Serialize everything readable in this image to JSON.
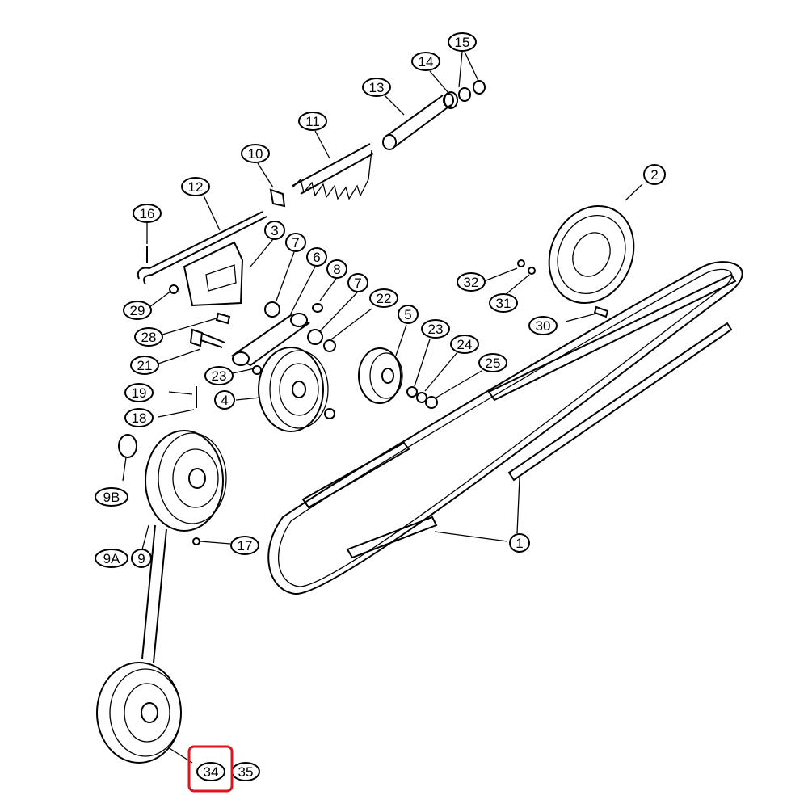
{
  "callouts": [
    {
      "id": "c15",
      "text": "15"
    },
    {
      "id": "c14",
      "text": "14"
    },
    {
      "id": "c13",
      "text": "13"
    },
    {
      "id": "c11",
      "text": "11"
    },
    {
      "id": "c10",
      "text": "10"
    },
    {
      "id": "c12",
      "text": "12"
    },
    {
      "id": "c16",
      "text": "16"
    },
    {
      "id": "c3",
      "text": "3"
    },
    {
      "id": "c7a",
      "text": "7"
    },
    {
      "id": "c6",
      "text": "6"
    },
    {
      "id": "c8",
      "text": "8"
    },
    {
      "id": "c7b",
      "text": "7"
    },
    {
      "id": "c22",
      "text": "22"
    },
    {
      "id": "c29",
      "text": "29"
    },
    {
      "id": "c28",
      "text": "28"
    },
    {
      "id": "c21",
      "text": "21"
    },
    {
      "id": "c23a",
      "text": "23"
    },
    {
      "id": "c19",
      "text": "19"
    },
    {
      "id": "c4",
      "text": "4"
    },
    {
      "id": "c18",
      "text": "18"
    },
    {
      "id": "c5",
      "text": "5"
    },
    {
      "id": "c23b",
      "text": "23"
    },
    {
      "id": "c24",
      "text": "24"
    },
    {
      "id": "c25",
      "text": "25"
    },
    {
      "id": "c2",
      "text": "2"
    },
    {
      "id": "c32",
      "text": "32"
    },
    {
      "id": "c31",
      "text": "31"
    },
    {
      "id": "c30",
      "text": "30"
    },
    {
      "id": "c9B",
      "text": "9B"
    },
    {
      "id": "c9A",
      "text": "9A"
    },
    {
      "id": "c9",
      "text": "9"
    },
    {
      "id": "c17",
      "text": "17"
    },
    {
      "id": "c1",
      "text": "1"
    },
    {
      "id": "c34",
      "text": "34"
    },
    {
      "id": "c35",
      "text": "35"
    }
  ],
  "highlight": {
    "target": "34",
    "color": "#e0141e"
  }
}
